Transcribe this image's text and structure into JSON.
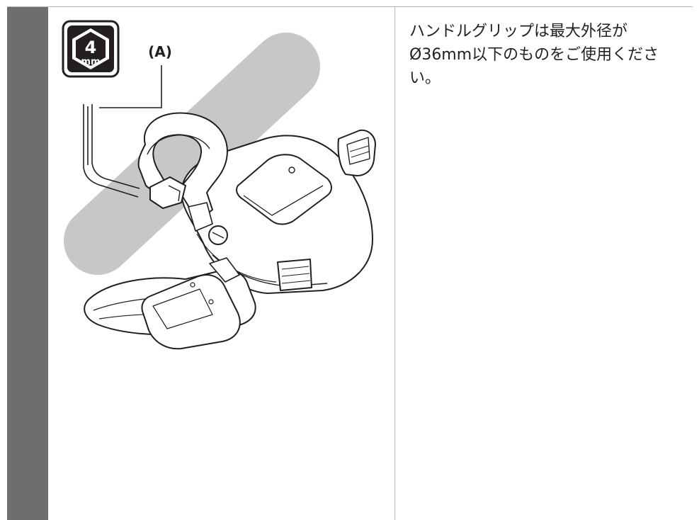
{
  "tool_badge": {
    "value": "4",
    "unit": "mm",
    "icon": "hex-key-badge-icon"
  },
  "callout": {
    "label": "(A)"
  },
  "note": {
    "text": "ハンドルグリップは最大外径がØ36mm以下のものをご使用ください。"
  },
  "colors": {
    "side_bar": "#6d6e70",
    "bar_shade": "#c7c7c7",
    "ink": "#231f20",
    "rule": "#b7b7b7"
  }
}
